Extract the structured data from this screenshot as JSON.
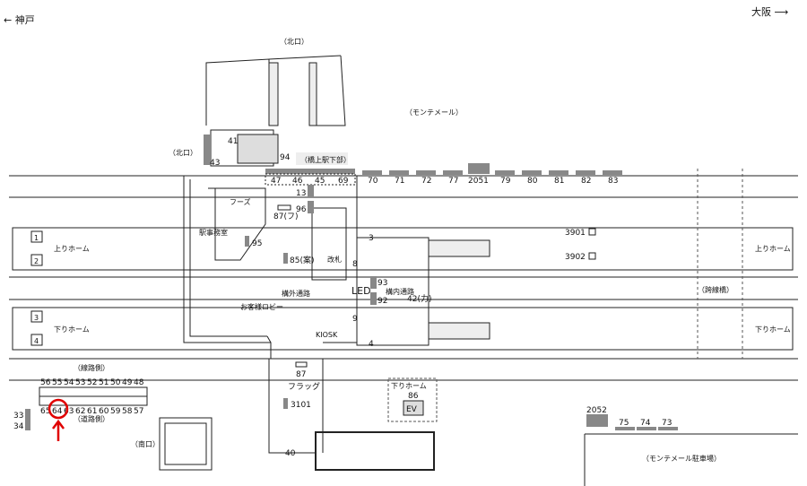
{
  "direction": {
    "left": "← 神戸",
    "right": "大阪 ⟶"
  },
  "areas": {
    "north_exit_top": "（北口）",
    "north_exit_left": "（北口）",
    "monte_mall": "（モンテメール）",
    "monte_parking": "（モンテメール駐車場）",
    "south_exit": "（南口）",
    "under_station": "（橋上駅下部）",
    "upper_platform": "上りホーム",
    "lower_platform": "下りホーム",
    "crossover": "（跨線橋）",
    "outside_gate": "構外通路",
    "inside_gate": "構内通路",
    "station_office": "駅事務室",
    "led": "LED",
    "track_side": "（線路側）",
    "road_side": "（道路側）",
    "flag": "フラッグ",
    "lower_platform_box": "下りホーム",
    "ev": "EV",
    "kiosk": "KIOSK",
    "gate": "改札",
    "lobby": "お客様ロビー",
    "food": "フーズ"
  },
  "track_numbers": [
    "1",
    "2",
    "3",
    "4"
  ],
  "top_row_boards": [
    "47",
    "46",
    "45",
    "69",
    "70",
    "71",
    "72",
    "77",
    "2051",
    "79",
    "80",
    "81",
    "82",
    "83"
  ],
  "north_side": [
    "41",
    "43",
    "94"
  ],
  "concourse": [
    "13",
    "96",
    "87(フ)",
    "95",
    "85(案)",
    "93",
    "92",
    "42(力)",
    "8",
    "9",
    "3",
    "4",
    "87",
    "3101",
    "86",
    "40"
  ],
  "right_boards": [
    "3901",
    "3902"
  ],
  "parking_row": {
    "left": "2052",
    "items": [
      "75",
      "74",
      "73"
    ]
  },
  "grid_top": [
    "56",
    "55",
    "54",
    "53",
    "52",
    "51",
    "50",
    "49",
    "48"
  ],
  "grid_bottom": [
    "65",
    "64",
    "63",
    "62",
    "61",
    "60",
    "59",
    "58",
    "57"
  ],
  "grid_side": [
    "33",
    "34"
  ],
  "marker_color": "#e00000"
}
